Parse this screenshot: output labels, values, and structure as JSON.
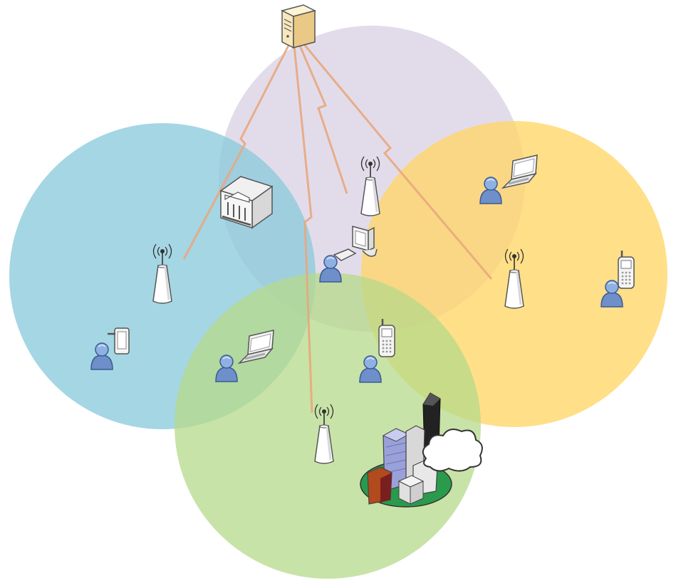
{
  "diagram": {
    "cells": [
      {
        "name": "coverage-cell-purple",
        "color": "#ddd6e6"
      },
      {
        "name": "coverage-cell-blue",
        "color": "#8ccadb"
      },
      {
        "name": "coverage-cell-yellow",
        "color": "#ffd666"
      },
      {
        "name": "coverage-cell-green",
        "color": "#b6d98a"
      }
    ],
    "links": {
      "color": "#e9a77f",
      "style": "lightning"
    },
    "icons": [
      "server-icon",
      "bank-building-icon",
      "antenna-tower-icon",
      "user-icon",
      "laptop-icon",
      "desktop-computer-icon",
      "mobile-phone-icon",
      "pda-icon",
      "city-buildings-icon",
      "cloud-icon"
    ]
  }
}
